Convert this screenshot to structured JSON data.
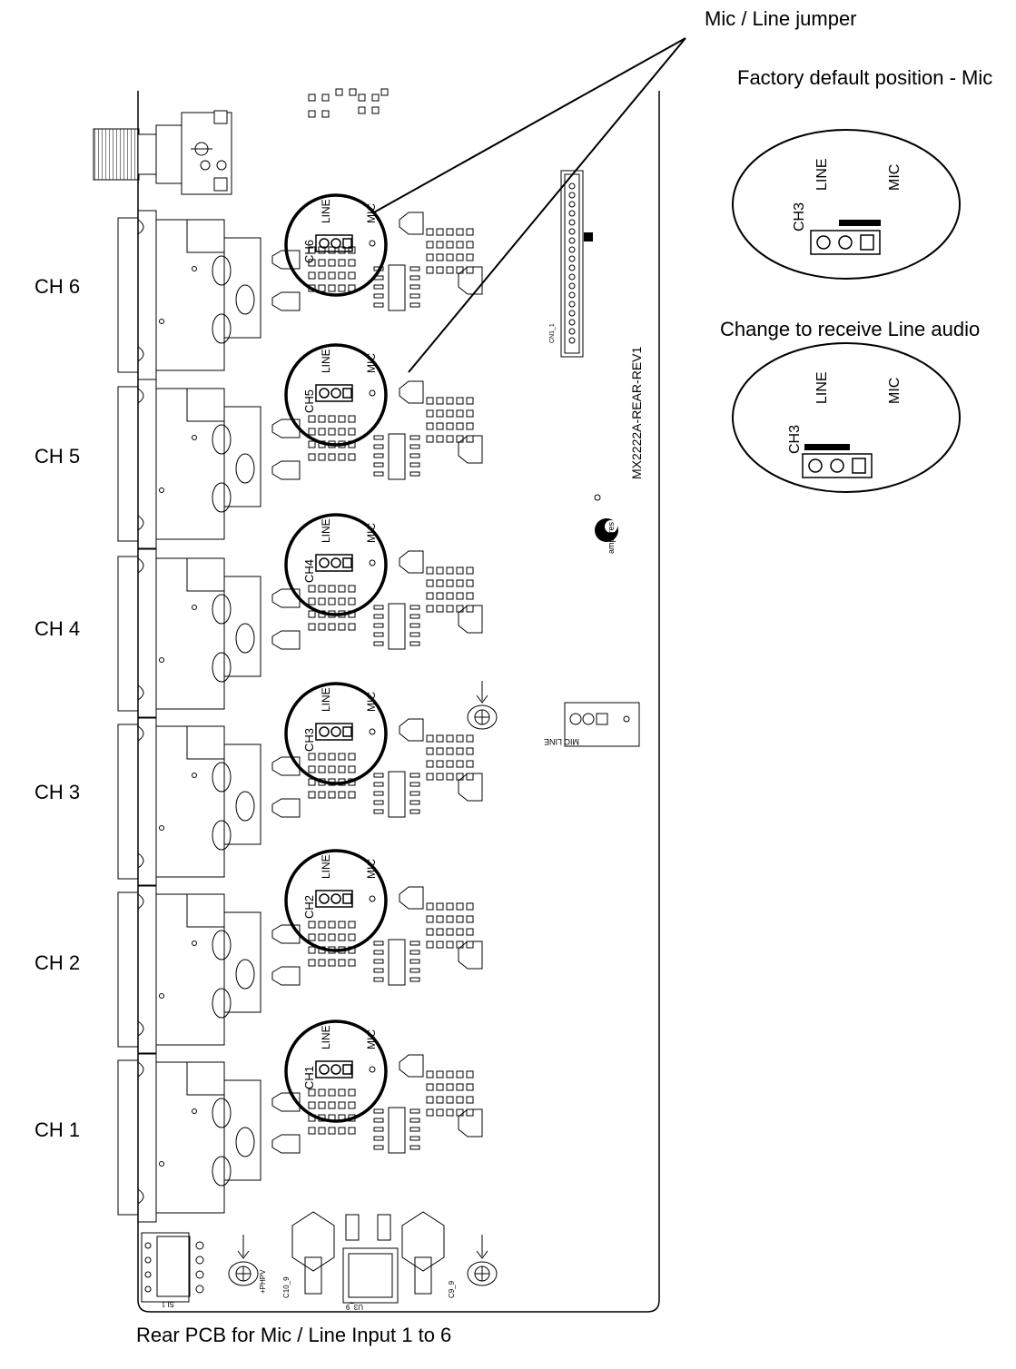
{
  "callout": {
    "title": "Mic / Line jumper",
    "default_title": "Factory default position - Mic",
    "change_title": "Change to receive Line audio"
  },
  "jumper_labels": {
    "line": "LINE",
    "mic": "MIC",
    "ch3": "CH3"
  },
  "channels": [
    "CH 6",
    "CH 5",
    "CH 4",
    "CH 3",
    "CH 2",
    "CH 1"
  ],
  "board": {
    "model": "MX2222A-REAR-REV1",
    "brand": "amperes",
    "connector": "CN1_1",
    "side_jumper_label": "MIC LINE",
    "ch_silk": [
      "CH6",
      "CH5",
      "CH4",
      "CH3",
      "CH2",
      "CH1"
    ],
    "bottom_labels": [
      "+PHPV",
      "SL1",
      "U3_9",
      "C10_9",
      "C9_9"
    ]
  },
  "caption": "Rear PCB for Mic / Line Input 1 to 6"
}
